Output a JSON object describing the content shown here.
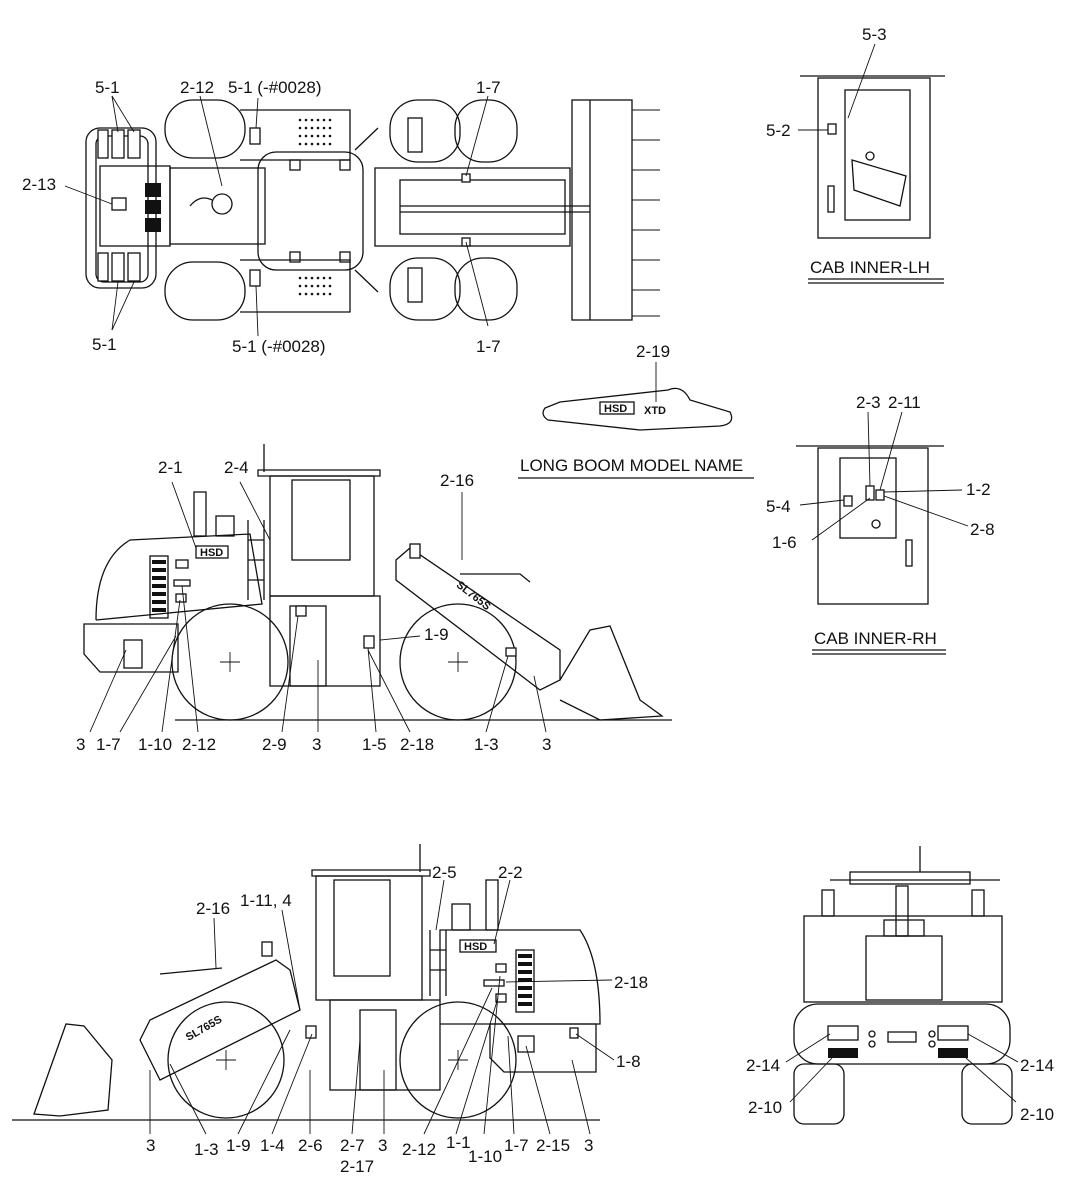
{
  "captions": {
    "cab_lh": "CAB INNER-LH",
    "cab_rh": "CAB INNER-RH",
    "long_boom": "LONG BOOM MODEL NAME"
  },
  "decal_text": {
    "brand": "HSD",
    "xtd": "XTD",
    "model": "SL765S"
  },
  "labels": {
    "top_5_1_a": "5-1",
    "top_2_12": "2-12",
    "top_5_1_0028_a": "5-1 (-#0028)",
    "top_1_7_a": "1-7",
    "top_2_13": "2-13",
    "top_5_1_b": "5-1",
    "top_5_1_0028_b": "5-1 (-#0028)",
    "top_1_7_b": "1-7",
    "lh_5_3": "5-3",
    "lh_5_2": "5-2",
    "boom_2_19": "2-19",
    "rh_2_3": "2-3",
    "rh_2_11": "2-11",
    "rh_1_2": "1-2",
    "rh_5_4": "5-4",
    "rh_1_6": "1-6",
    "rh_2_8": "2-8",
    "sv1_2_1": "2-1",
    "sv1_2_4": "2-4",
    "sv1_2_16": "2-16",
    "sv1_1_9": "1-9",
    "sv1_3_a": "3",
    "sv1_1_7": "1-7",
    "sv1_1_10": "1-10",
    "sv1_2_12": "2-12",
    "sv1_2_9": "2-9",
    "sv1_3_b": "3",
    "sv1_1_5": "1-5",
    "sv1_2_18": "2-18",
    "sv1_1_3": "1-3",
    "sv1_3_c": "3",
    "sv2_2_5": "2-5",
    "sv2_2_2": "2-2",
    "sv2_2_16": "2-16",
    "sv2_1_11_4": "1-11, 4",
    "sv2_2_18": "2-18",
    "sv2_1_8": "1-8",
    "sv2_3_a": "3",
    "sv2_1_3": "1-3",
    "sv2_1_9": "1-9",
    "sv2_1_4": "1-4",
    "sv2_2_6": "2-6",
    "sv2_2_7": "2-7",
    "sv2_2_17": "2-17",
    "sv2_3_b": "3",
    "sv2_2_12": "2-12",
    "sv2_1_1": "1-1",
    "sv2_1_10": "1-10",
    "sv2_1_7": "1-7",
    "sv2_2_15": "2-15",
    "sv2_3_c": "3",
    "rear_2_14_a": "2-14",
    "rear_2_14_b": "2-14",
    "rear_2_10_a": "2-10",
    "rear_2_10_b": "2-10"
  }
}
